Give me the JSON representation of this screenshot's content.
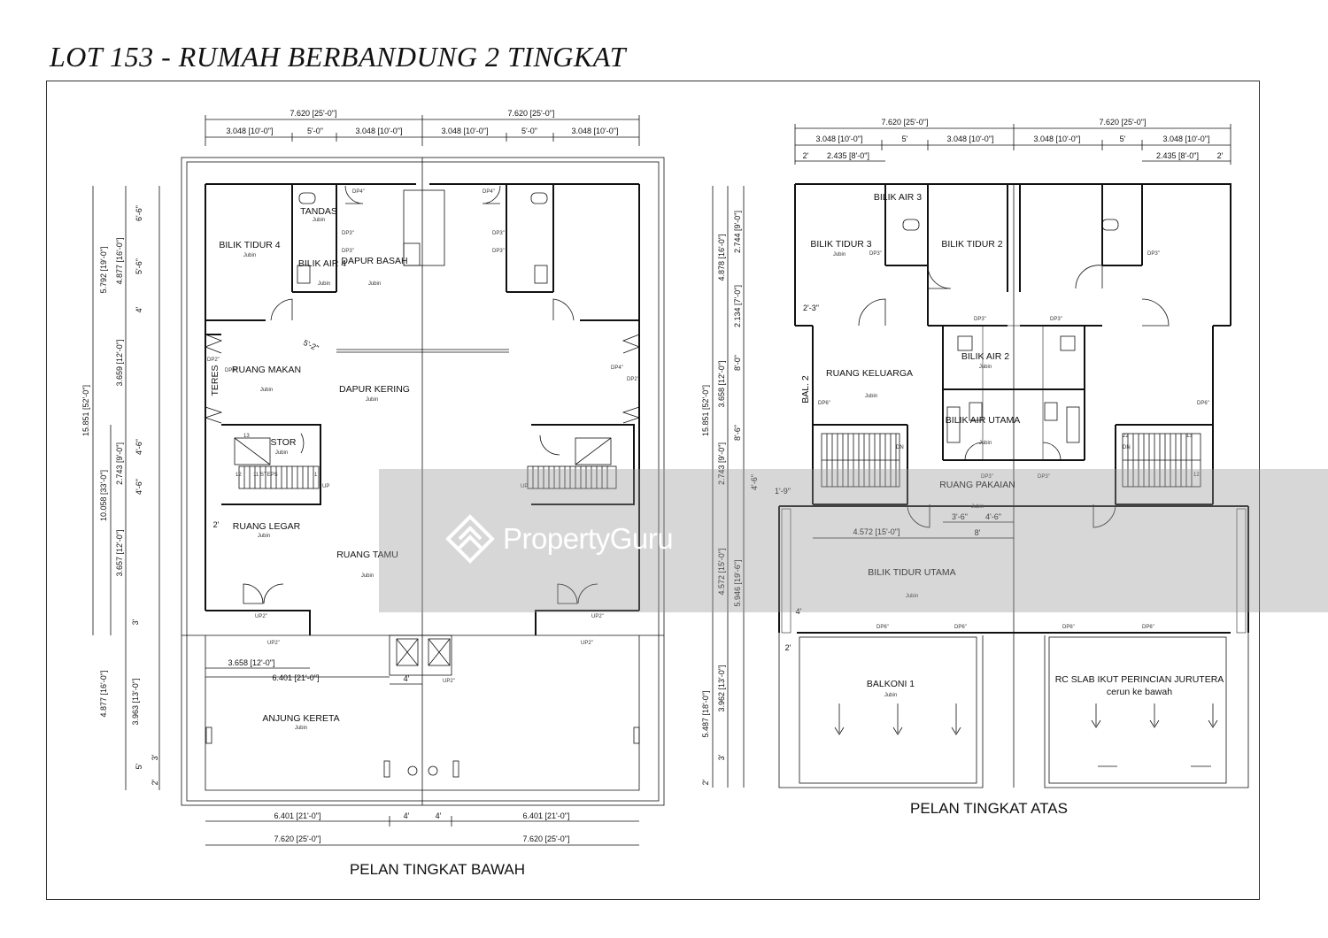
{
  "title": "LOT 153 - RUMAH BERBANDUNG 2 TINGKAT",
  "watermark": "PropertyGuru",
  "ground_floor": {
    "caption": "PELAN TINGKAT BAWAH",
    "rooms": {
      "bilik_tidur_4": "BILIK TIDUR 4",
      "tandas": "TANDAS",
      "bilik_air_4": "BILIK AIR 4",
      "dapur_basah": "DAPUR BASAH",
      "ruang_makan": "RUANG MAKAN",
      "dapur_kering": "DAPUR KERING",
      "teres": "TERES",
      "stor": "STOR",
      "steps": "11 STEPS",
      "ruang_legar": "RUANG LEGAR",
      "ruang_tamu": "RUANG TAMU",
      "anjung_kereta": "ANJUNG KERETA"
    },
    "finish": "Jubin",
    "tags": {
      "dp4": "DP4\"",
      "dp3": "DP3\"",
      "dp2": "DP2\"",
      "up2": "UP2\"",
      "up": "UP"
    },
    "dims_top": [
      "7.620 [25'-0\"]",
      "3.048 [10'-0\"]",
      "5'-0\"",
      "3.048 [10'-0\"]"
    ],
    "dims_bottom": [
      "6.401 [21'-0\"]",
      "4'",
      "7.620 [25'-0\"]"
    ],
    "dims_inner": [
      "3.658 [12'-0\"]",
      "6.401 [21'-0\"]",
      "4'",
      "5'-2\"",
      "2'"
    ],
    "dims_left_outer": [
      "15.851 [52'-0\"]",
      "10.058 [33'-0\"]",
      "4.877 [16'-0\"]",
      "5'",
      "2'"
    ],
    "dims_left_mid": [
      "5.792 [19'-0\"]",
      "3.659 [12'-0\"]",
      "2.743 [9'-0\"]",
      "3.657 [12'-0\"]",
      "3.963 [13'-0\"]",
      "3'"
    ],
    "dims_left_inner": [
      "4.877 [16'-0\"]",
      "6'-6\"",
      "5'-6\"",
      "4'",
      "4'-6\"",
      "4'-6\"",
      "3'",
      "3'"
    ],
    "stair_numbers": [
      "13",
      "12",
      "1"
    ]
  },
  "upper_floor": {
    "caption": "PELAN TINGKAT ATAS",
    "rooms": {
      "bilik_tidur_3": "BILIK TIDUR 3",
      "bilik_air_3": "BILIK AIR 3",
      "bilik_tidur_2": "BILIK TIDUR 2",
      "ruang_keluarga": "RUANG KELUARGA",
      "bal_2": "BAL. 2",
      "bilik_air_2": "BILIK AIR 2",
      "bilik_air_utama": "BILIK AIR UTAMA",
      "ruang_pakaian": "RUANG PAKAIAN",
      "bilik_tidur_utama": "BILIK TIDUR UTAMA",
      "balkoni_1": "BALKONI 1",
      "rc_slab": "RC SLAB IKUT PERINCIAN JURUTERA",
      "cerun": "cerun ke bawah"
    },
    "finish": "Jubin",
    "tags": {
      "dp3": "DP3\"",
      "dp6": "DP6\"",
      "dn": "DN"
    },
    "dims_top": [
      "7.620 [25'-0\"]",
      "3.048 [10'-0\"]",
      "5'",
      "3.048 [10'-0\"]",
      "2'",
      "2.435 [8'-0\"]"
    ],
    "dims_inner": [
      "4.572 [15'-0\"]",
      "3'-6\"",
      "4'-6\"",
      "8'",
      "2'-3\"",
      "1'-9\"",
      "4'",
      "2'"
    ],
    "dims_left_outer": [
      "15.851 [52'-0\"]",
      "4.878 [16'-0\"]",
      "5.487 [18'-0\"]",
      "2'"
    ],
    "dims_left_mid": [
      "2.744 [9'-0\"]",
      "2.134 [7'-0\"]",
      "3.658 [12'-0\"]",
      "2.743 [9'-0\"]",
      "5.946 [19'-6\"]",
      "3.962 [13'-0\"]",
      "3'"
    ],
    "dims_left_inner": [
      "8'-0\"",
      "8'-6\"",
      "4'-6\"",
      "4.572 [15'-0\"]"
    ],
    "stair_numbers": [
      "22",
      "13",
      "12"
    ]
  }
}
